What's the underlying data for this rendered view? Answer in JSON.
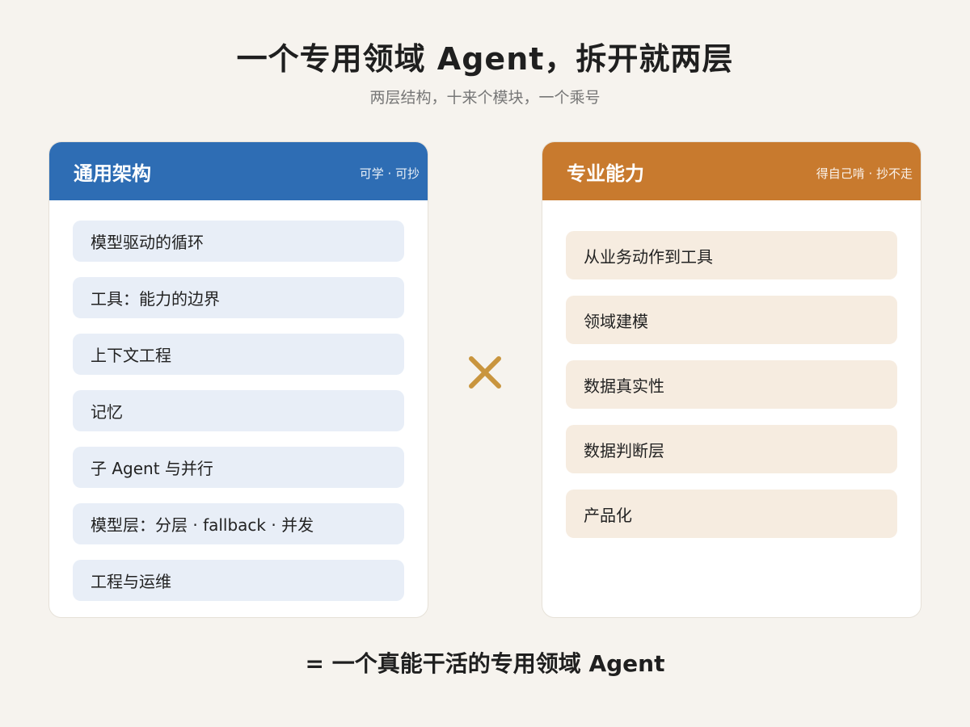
{
  "title": "一个专用领域 Agent，拆开就两层",
  "subtitle": "两层结构，十来个模块，一个乘号",
  "left_card": {
    "title": "通用架构",
    "tag": "可学 · 可抄",
    "items": [
      "模型驱动的循环",
      "工具：能力的边界",
      "上下文工程",
      "记忆",
      "子 Agent 与并行",
      "模型层：分层 · fallback · 并发",
      "工程与运维"
    ]
  },
  "right_card": {
    "title": "专业能力",
    "tag": "得自己啃 · 抄不走",
    "items": [
      "从业务动作到工具",
      "领域建模",
      "数据真实性",
      "数据判断层",
      "产品化"
    ]
  },
  "operator_icon": "multiply-icon",
  "footer": "= 一个真能干活的专用领域 Agent",
  "colors": {
    "left_header": "#2e6db4",
    "right_header": "#c87a2e",
    "left_item_bg": "#e8eef7",
    "right_item_bg": "#f6ece0",
    "operator": "#c9953e",
    "background": "#f6f3ee"
  }
}
